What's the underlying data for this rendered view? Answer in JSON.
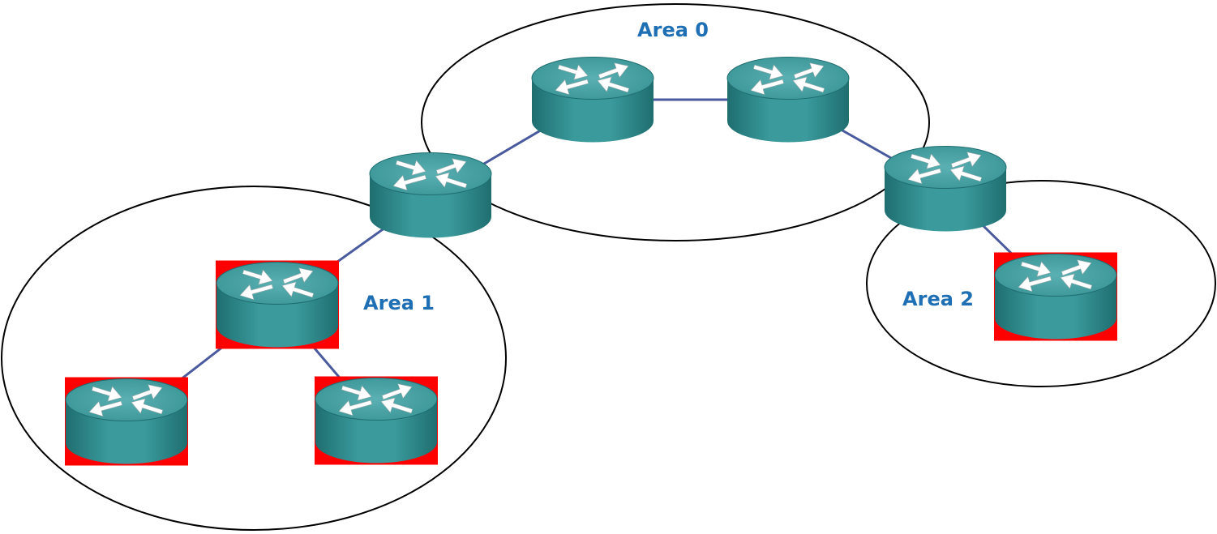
{
  "areas": [
    {
      "id": "area0",
      "label": "Area 0"
    },
    {
      "id": "area1",
      "label": "Area 1"
    },
    {
      "id": "area2",
      "label": "Area 2"
    }
  ],
  "routers": [
    {
      "id": "r-a0-left",
      "area": "area0",
      "highlighted": false
    },
    {
      "id": "r-a0-right",
      "area": "area0",
      "highlighted": false
    },
    {
      "id": "r-abr-1",
      "area": "area0-area1",
      "highlighted": false
    },
    {
      "id": "r-abr-2",
      "area": "area0-area2",
      "highlighted": false
    },
    {
      "id": "r-a1-mid",
      "area": "area1",
      "highlighted": true
    },
    {
      "id": "r-a1-bl",
      "area": "area1",
      "highlighted": true
    },
    {
      "id": "r-a1-br",
      "area": "area1",
      "highlighted": true
    },
    {
      "id": "r-a2",
      "area": "area2",
      "highlighted": true
    }
  ],
  "links": [
    [
      "r-a0-left",
      "r-a0-right"
    ],
    [
      "r-abr-1",
      "r-a0-left"
    ],
    [
      "r-a0-right",
      "r-abr-2"
    ],
    [
      "r-abr-1",
      "r-a1-mid"
    ],
    [
      "r-a1-mid",
      "r-a1-bl"
    ],
    [
      "r-a1-mid",
      "r-a1-br"
    ],
    [
      "r-abr-2",
      "r-a2"
    ]
  ],
  "colors": {
    "router_top": "#4a9ea0",
    "router_body": "#2f8a8c",
    "router_dark": "#1f6e70",
    "link": "#4a5a9e",
    "highlight": "#ff0000",
    "area_label": "#1f6fb5",
    "arrow": "#ffffff"
  },
  "icons": {
    "router": "router-icon"
  }
}
